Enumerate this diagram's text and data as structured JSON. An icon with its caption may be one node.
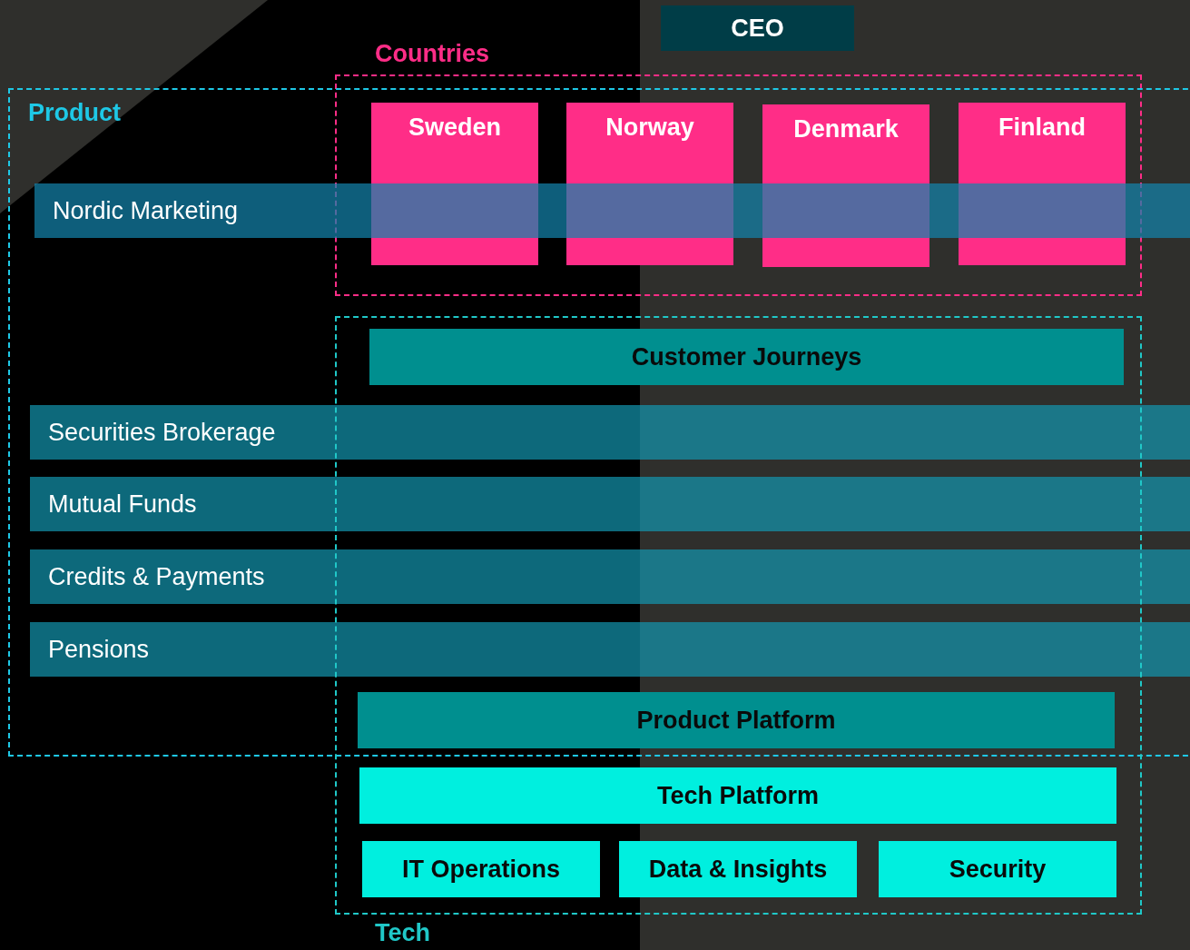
{
  "diagram": {
    "nodes": [
      {
        "text": [
          "CEO"
        ]
      },
      {
        "text": [
          "Countries"
        ]
      },
      {
        "text": [
          "Sweden"
        ],
        "in": 1
      },
      {
        "text": [
          "Norway"
        ],
        "in": 1
      },
      {
        "text": [
          "Denmark"
        ],
        "in": 1
      },
      {
        "text": [
          "Finland"
        ],
        "in": 1
      },
      {
        "text": [
          "Product"
        ]
      },
      {
        "text": [
          "Nordic Marketing"
        ],
        "in": 6
      },
      {
        "text": [
          "Tech"
        ]
      },
      {
        "text": [
          "Customer Journeys"
        ]
      },
      {
        "text": [
          "Securities Brokerage"
        ],
        "in": 6
      },
      {
        "text": [
          "Mutual Funds"
        ],
        "in": 6
      },
      {
        "text": [
          "Credits & Payments"
        ],
        "in": 6
      },
      {
        "text": [
          "Pensions"
        ],
        "in": 6
      },
      {
        "text": [
          "Product  Platform"
        ]
      },
      {
        "text": [
          "Tech Platform"
        ],
        "in": 8
      },
      {
        "text": [
          "IT Operations"
        ],
        "in": 8
      },
      {
        "text": [
          "Data & Insights"
        ],
        "in": 8
      },
      {
        "text": [
          "Security"
        ],
        "in": 8
      }
    ],
    "edges": []
  }
}
